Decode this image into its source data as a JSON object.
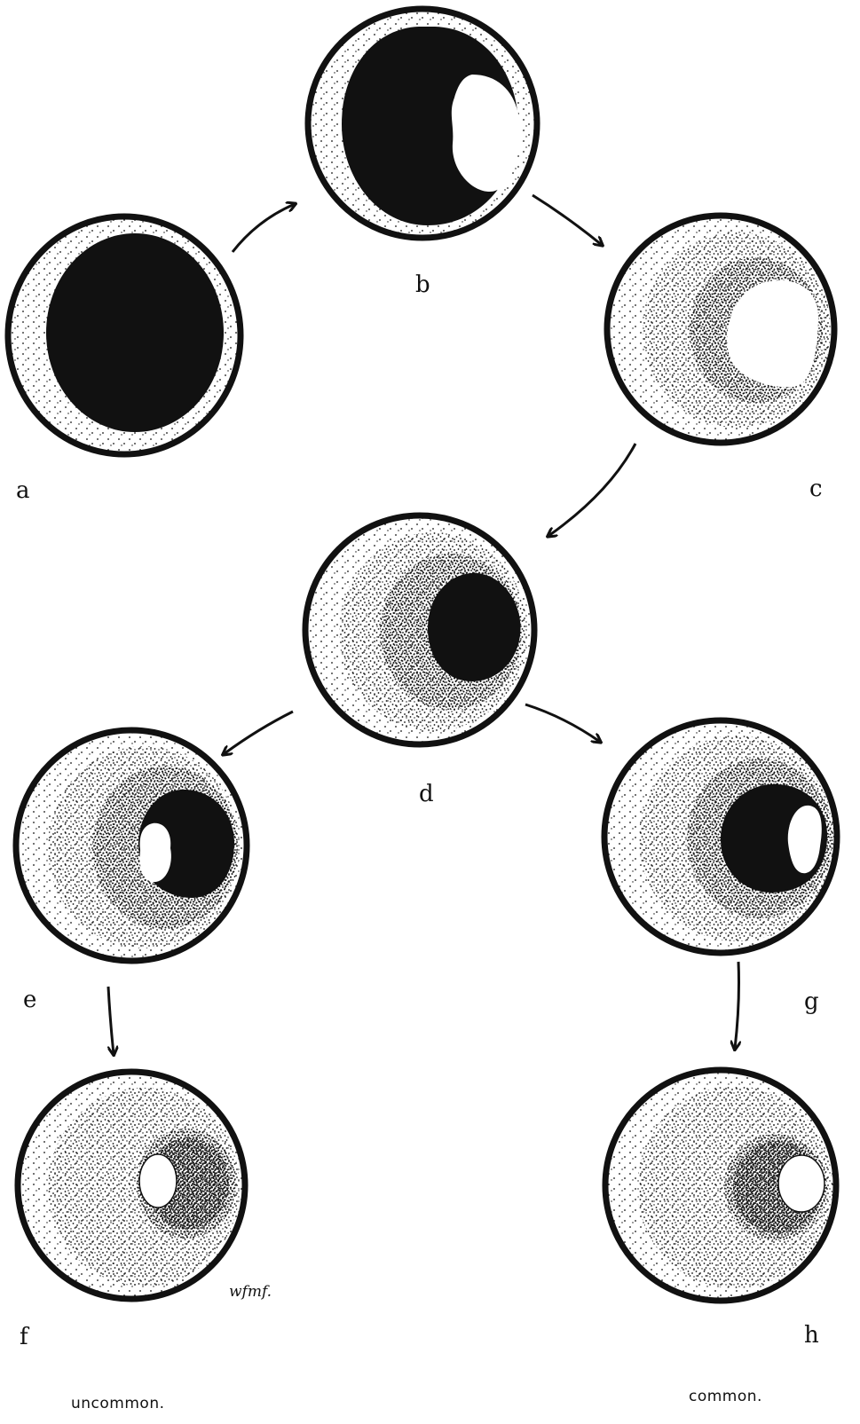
{
  "stages": [
    {
      "id": "a",
      "label": "a"
    },
    {
      "id": "b",
      "label": "b"
    },
    {
      "id": "c",
      "label": "c"
    },
    {
      "id": "d",
      "label": "d"
    },
    {
      "id": "e",
      "label": "e"
    },
    {
      "id": "f",
      "label": "f"
    },
    {
      "id": "g",
      "label": "g"
    },
    {
      "id": "h",
      "label": "h"
    }
  ],
  "notes": {
    "left": "uncommon.",
    "right": "common.",
    "signature": "wfmf."
  },
  "colors": {
    "ink": "#111111",
    "paper": "#ffffff"
  }
}
